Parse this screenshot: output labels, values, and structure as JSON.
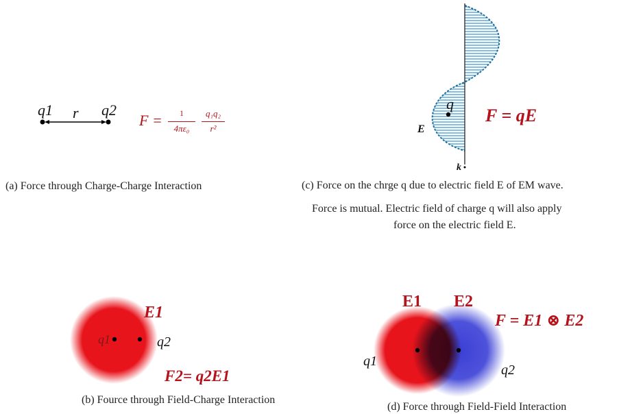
{
  "panel_a": {
    "q1": "q1",
    "q2": "q2",
    "r": "r",
    "formula_F": "F = ",
    "formula_num1": "1",
    "formula_den1": "4πε₀",
    "formula_num2": "q₁q₂",
    "formula_den2": "r²",
    "caption": "(a) Force through Charge-Charge Interaction"
  },
  "panel_b": {
    "q1": "q1",
    "q2": "q2",
    "E1": "E1",
    "formula": "F2= q2E1",
    "caption": "(b) Fource through Field-Charge Interaction"
  },
  "panel_c": {
    "q": "q",
    "E": "E",
    "k": "k",
    "formula": "F = qE",
    "caption_line1": "(c) Force on the chrge q due to electric field E of EM wave.",
    "caption_line2": "Force is mutual. Electric field of charge q will also apply",
    "caption_line3": "force on the electric field E."
  },
  "panel_d": {
    "E1": "E1",
    "E2": "E2",
    "q1": "q1",
    "q2": "q2",
    "formula": "F = E1 ⊗ E2",
    "caption": "(d) Force through Field-Field Interaction"
  },
  "colors": {
    "formula_red": "#b5121b",
    "field_red": "#e8141c",
    "field_blue": "#3a3fd6",
    "wave_blue": "#1e88c8"
  }
}
